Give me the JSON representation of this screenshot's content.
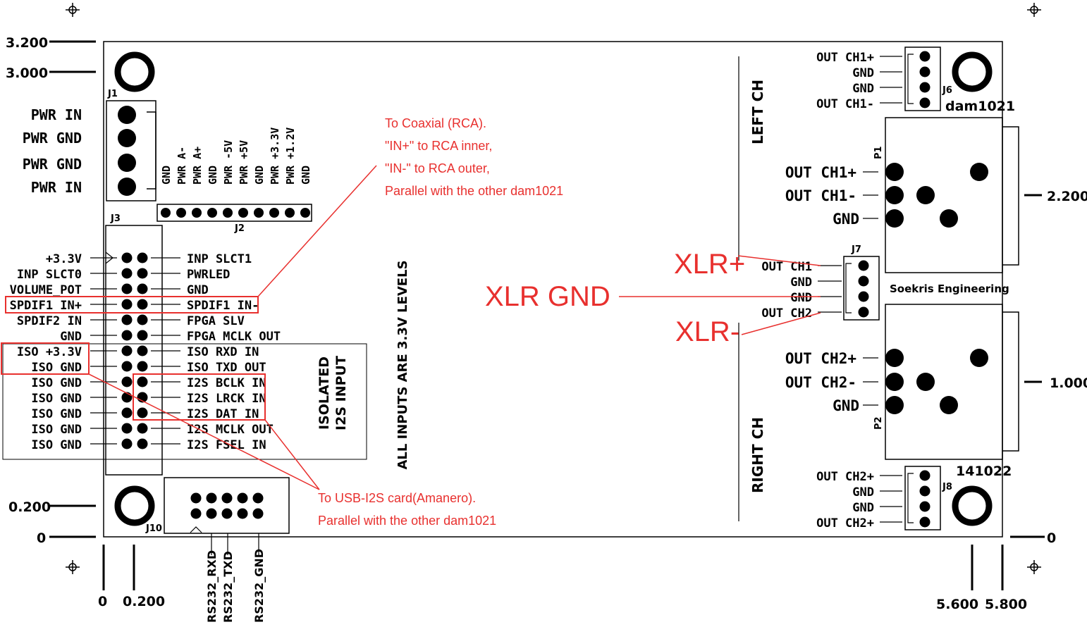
{
  "dimensions": {
    "left_y": [
      "3.200",
      "3.000",
      "0.200",
      "0"
    ],
    "bottom_x": [
      "0",
      "0.200",
      "5.600",
      "5.800"
    ],
    "right_y": [
      "2.200",
      "1.000",
      "0"
    ]
  },
  "j1": {
    "ref": "J1",
    "pins": [
      "PWR IN",
      "PWR GND",
      "PWR GND",
      "PWR IN"
    ]
  },
  "j2": {
    "ref": "J2",
    "pins": [
      "GND",
      "PWR A-",
      "PWR A+",
      "GND",
      "PWR -5V",
      "PWR +5V",
      "GND",
      "PWR +3.3V",
      "PWR +1.2V",
      "GND"
    ]
  },
  "j3": {
    "ref": "J3",
    "left": [
      "+3.3V",
      "INP SLCT0",
      "VOLUME_POT",
      "SPDIF1 IN+",
      "SPDIF2 IN",
      "GND",
      "ISO +3.3V",
      "ISO GND",
      "ISO GND",
      "ISO GND",
      "ISO GND",
      "ISO GND",
      "ISO GND"
    ],
    "right": [
      "INP SLCT1",
      "PWRLED",
      "GND",
      "SPDIF1 IN-",
      "FPGA SLV",
      "FPGA MCLK OUT",
      "ISO RXD IN",
      "ISO TXD OUT",
      "I2S BCLK IN",
      "I2S LRCK IN",
      "I2S DAT IN",
      "I2S MCLK OUT",
      "I2S FSEL IN"
    ]
  },
  "j10": {
    "ref": "J10",
    "pins": [
      "RS232_RXD",
      "RS232_TXD",
      "RS232_GND"
    ]
  },
  "isolated_label": [
    "ISOLATED",
    "I2S INPUT"
  ],
  "levels_label": "ALL INPUTS ARE 3.3V LEVELS",
  "j6": {
    "ref": "J6",
    "pins": [
      "OUT CH1+",
      "GND",
      "GND",
      "OUT CH1-"
    ]
  },
  "p1": {
    "ref": "P1",
    "pins": [
      "OUT CH1+",
      "OUT CH1-",
      "GND"
    ]
  },
  "j7": {
    "ref": "J7",
    "pins": [
      "OUT CH1",
      "GND",
      "GND",
      "OUT CH2"
    ]
  },
  "p2": {
    "ref": "P2",
    "pins": [
      "OUT CH2+",
      "OUT CH2-",
      "GND"
    ]
  },
  "j8": {
    "ref": "J8",
    "pins": [
      "OUT CH2+",
      "GND",
      "GND",
      "OUT CH2+"
    ]
  },
  "left_ch": "LEFT CH",
  "right_ch": "RIGHT CH",
  "model": "dam1021",
  "maker": "Soekris Engineering",
  "date_code": "141022",
  "annotations": {
    "coax": [
      "To Coaxial (RCA).",
      "\"IN+\" to RCA inner,",
      "\"IN-\" to RCA outer,",
      "Parallel with the other dam1021"
    ],
    "usb": [
      "To USB-I2S card(Amanero).",
      "Parallel with the other dam1021"
    ],
    "xlr_plus": "XLR+",
    "xlr_gnd": "XLR GND",
    "xlr_minus": "XLR-"
  },
  "colors": {
    "annotation": "#e8302e",
    "ink": "#000000"
  }
}
